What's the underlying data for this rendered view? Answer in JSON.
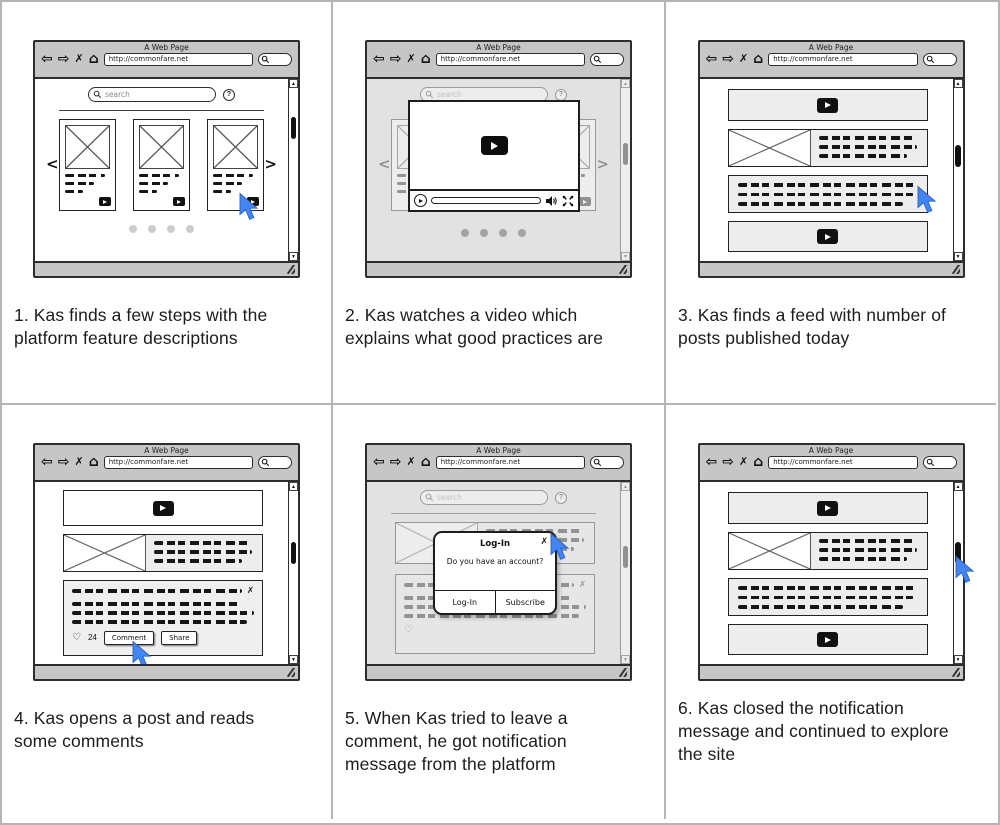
{
  "chrome": {
    "title": "A Web Page",
    "url": "http://commonfare.net",
    "back_icon": "⇦",
    "forward_icon": "⇨",
    "close_icon": "✗",
    "home_icon": "⌂"
  },
  "widgets": {
    "search_placeholder": "search",
    "help_label": "?",
    "carousel_prev": "<",
    "carousel_next": ">",
    "like_icon": "♡",
    "like_count": "24",
    "comment_label": "Comment",
    "share_label": "Share",
    "post_close_icon": "✗",
    "scroll_up_icon": "▲",
    "scroll_down_icon": "▼"
  },
  "modal": {
    "title": "Log-In",
    "message": "Do you have an account?",
    "close_icon": "✗",
    "login_label": "Log-In",
    "subscribe_label": "Subscribe"
  },
  "colors": {
    "cursor_blue": "#4285f4",
    "toolbar_gray": "#c6c6c6",
    "block_fill": "#ededed"
  },
  "panels": [
    {
      "caption": "1. Kas finds a few steps with the platform feature descriptions"
    },
    {
      "caption": "2. Kas watches a video which explains what good practices are"
    },
    {
      "caption": "3. Kas finds a feed with number of posts published today"
    },
    {
      "caption": "4. Kas opens a post and reads some comments"
    },
    {
      "caption": "5. When Kas tried to leave a comment, he got notification message from the platform"
    },
    {
      "caption": "6. Kas closed the notification message and continued to explore the site"
    }
  ]
}
